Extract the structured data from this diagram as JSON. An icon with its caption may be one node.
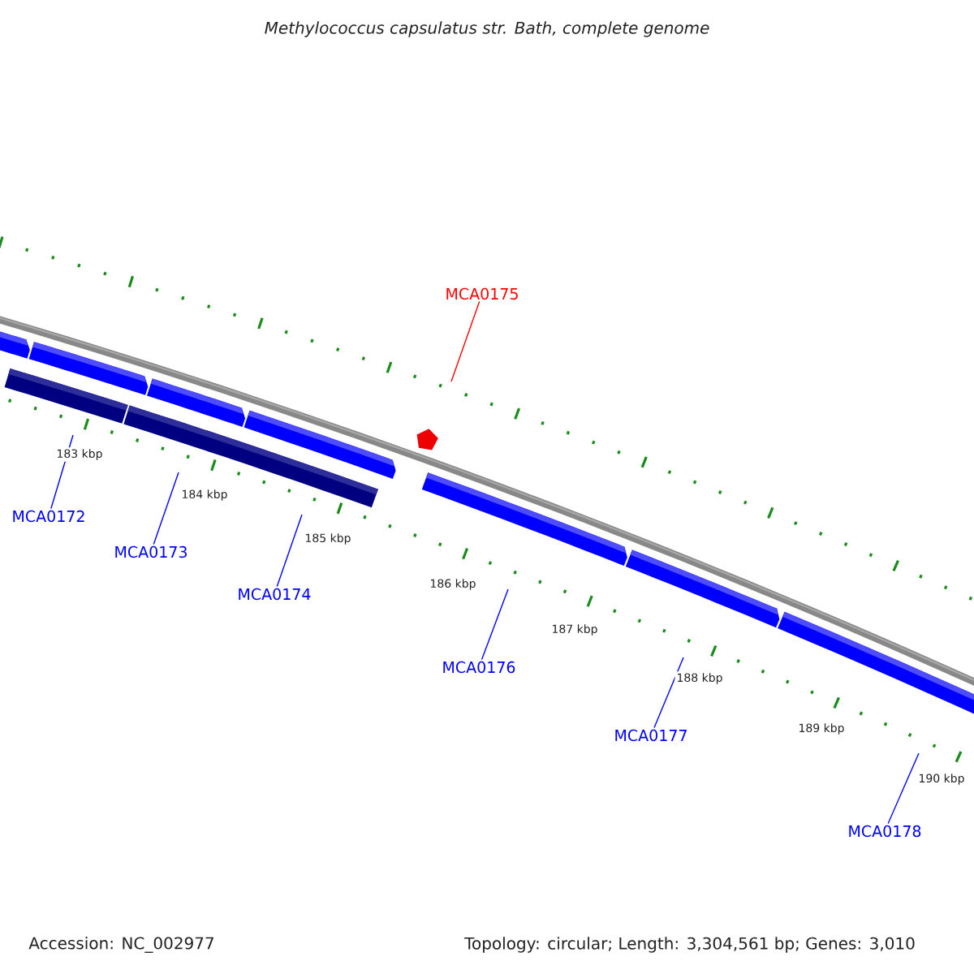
{
  "diagram": {
    "title": "Methylococcus capsulatus str. Bath, complete genome",
    "nodes": [
      {
        "text": [
          "MCA0172"
        ]
      },
      {
        "text": [
          "MCA0173"
        ]
      },
      {
        "text": [
          "MCA0174"
        ]
      },
      {
        "text": [
          "MCA0175"
        ]
      },
      {
        "text": [
          "MCA0176"
        ]
      },
      {
        "text": [
          "MCA0177"
        ]
      },
      {
        "text": [
          "MCA0178"
        ]
      }
    ],
    "edges": [
      {
        "from": 0,
        "to": null,
        "arrow": "none"
      },
      {
        "from": 1,
        "to": null,
        "arrow": "none"
      },
      {
        "from": 2,
        "to": null,
        "arrow": "none"
      },
      {
        "from": 3,
        "to": null,
        "arrow": "none",
        "color": "#ff0000"
      },
      {
        "from": 4,
        "to": null,
        "arrow": "none"
      },
      {
        "from": 5,
        "to": null,
        "arrow": "none"
      },
      {
        "from": 6,
        "to": null,
        "arrow": "none"
      }
    ],
    "labels": [
      "183 kbp",
      "184 kbp",
      "185 kbp",
      "186 kbp",
      "187 kbp",
      "188 kbp",
      "189 kbp",
      "190 kbp",
      "Accession: NC_002977",
      "Topology: circular; Length: 3,304,561 bp; Genes: 3,010"
    ]
  }
}
